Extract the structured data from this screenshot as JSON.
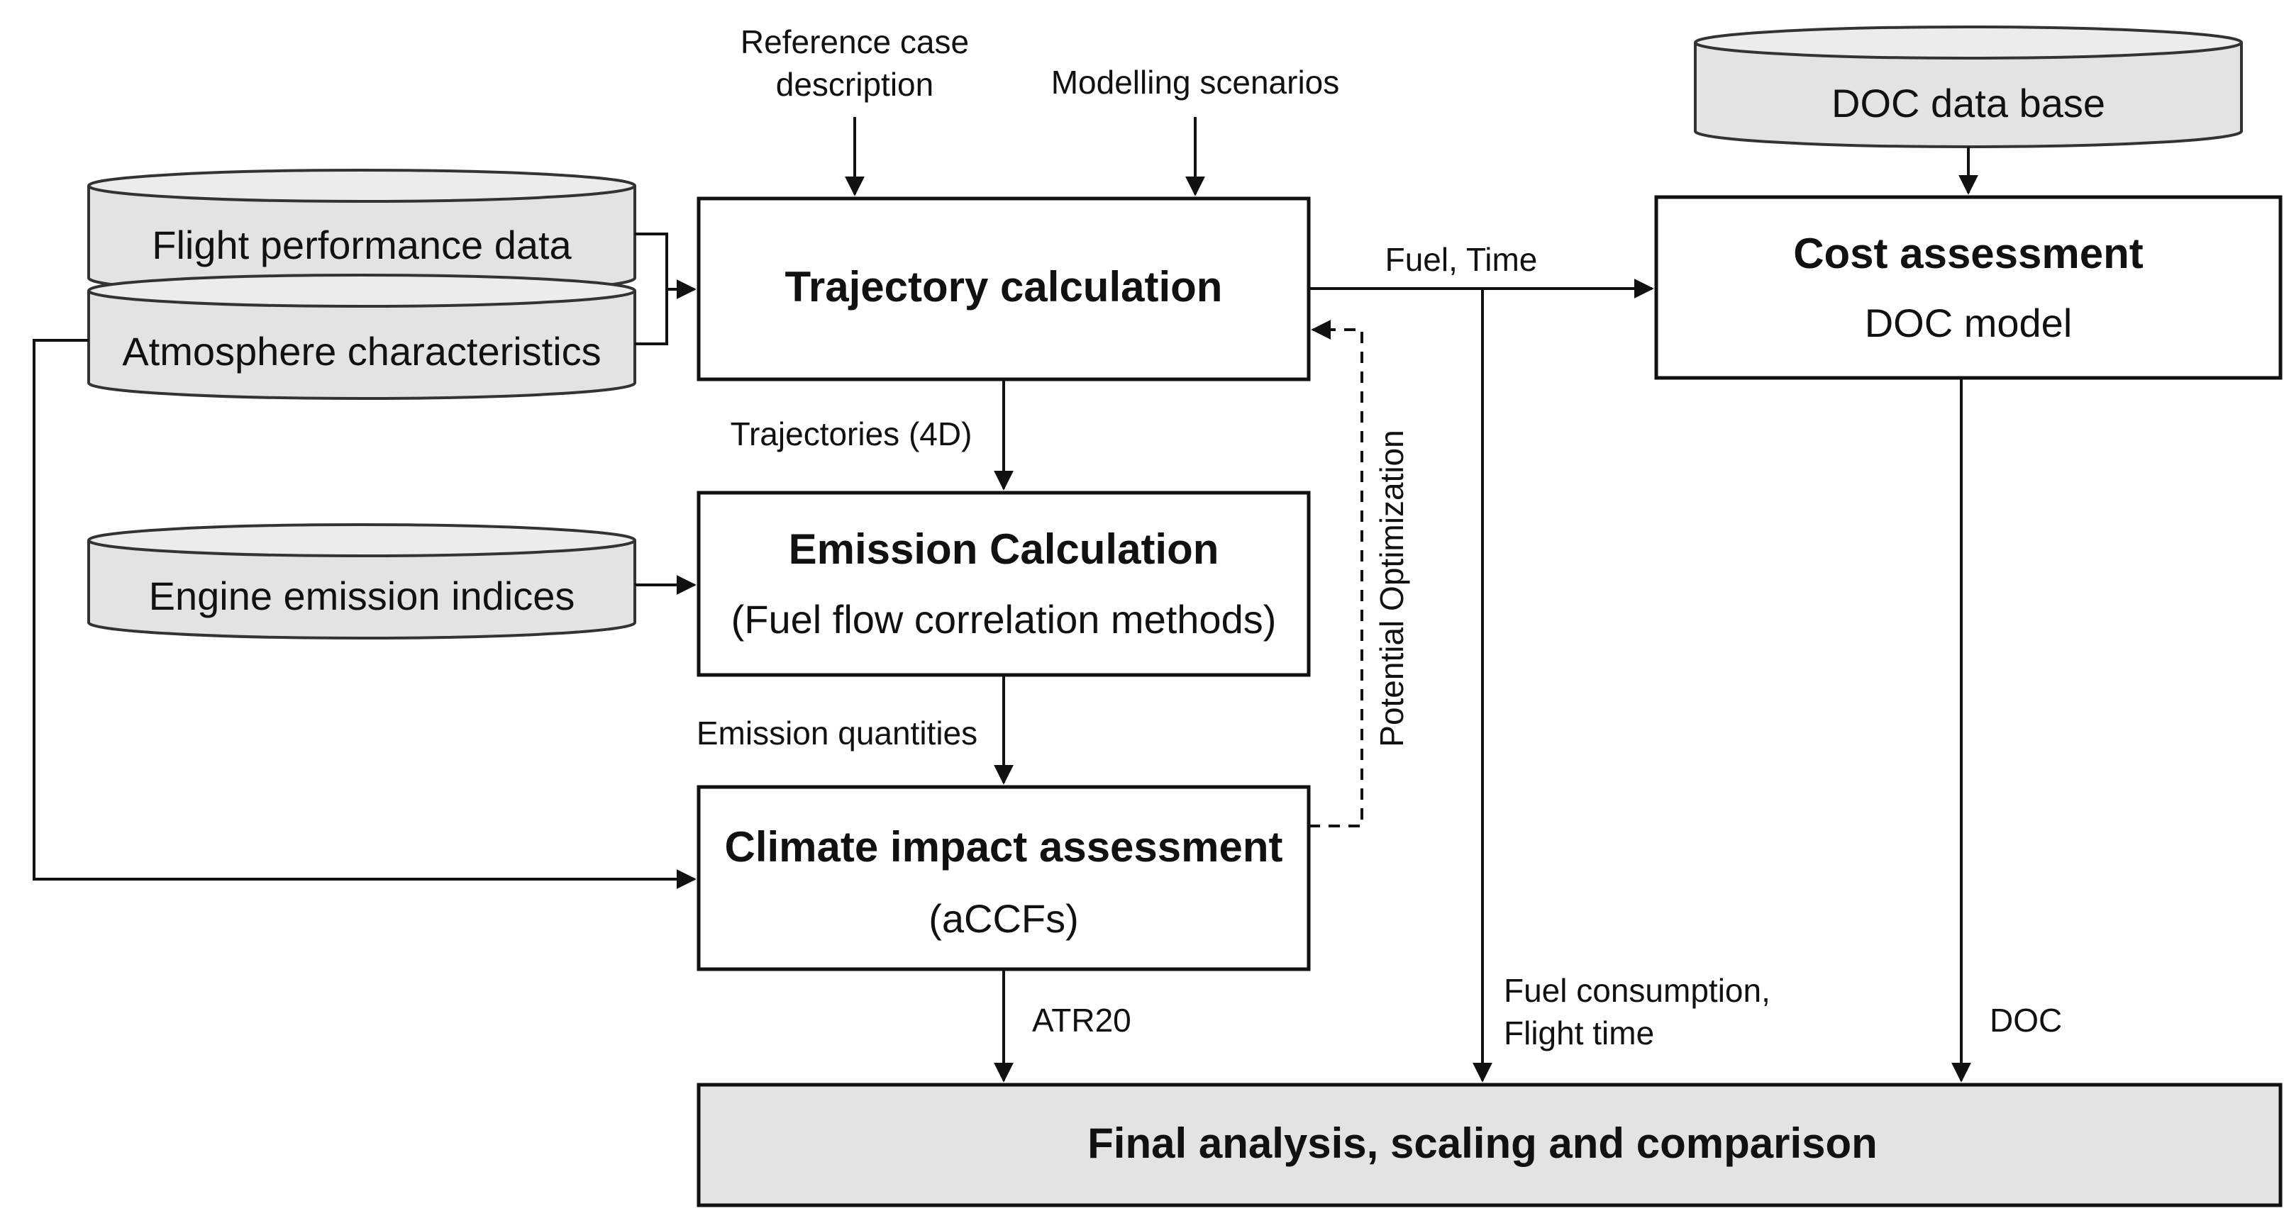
{
  "inputs": {
    "reference_case": [
      "Reference case",
      "description"
    ],
    "modelling_scenarios": "Modelling scenarios"
  },
  "databases": {
    "flight_performance": "Flight performance data",
    "atmosphere": "Atmosphere characteristics",
    "engine_emission": "Engine emission indices",
    "doc_database": "DOC data base"
  },
  "boxes": {
    "trajectory": "Trajectory calculation",
    "emission_title": "Emission Calculation",
    "emission_sub": "(Fuel flow correlation methods)",
    "climate_title": "Climate impact assessment",
    "climate_sub": "(aCCFs)",
    "cost_title": "Cost assessment",
    "cost_sub": "DOC model",
    "final": "Final analysis, scaling and comparison"
  },
  "labels": {
    "trajectories": "Trajectories (4D)",
    "emission_quantities": "Emission quantities",
    "fuel_time": "Fuel, Time",
    "potential_optimization": "Potential Optimization",
    "atr20": "ATR20",
    "fuel_consumption": [
      "Fuel consumption,",
      "Flight time"
    ],
    "doc": "DOC"
  }
}
